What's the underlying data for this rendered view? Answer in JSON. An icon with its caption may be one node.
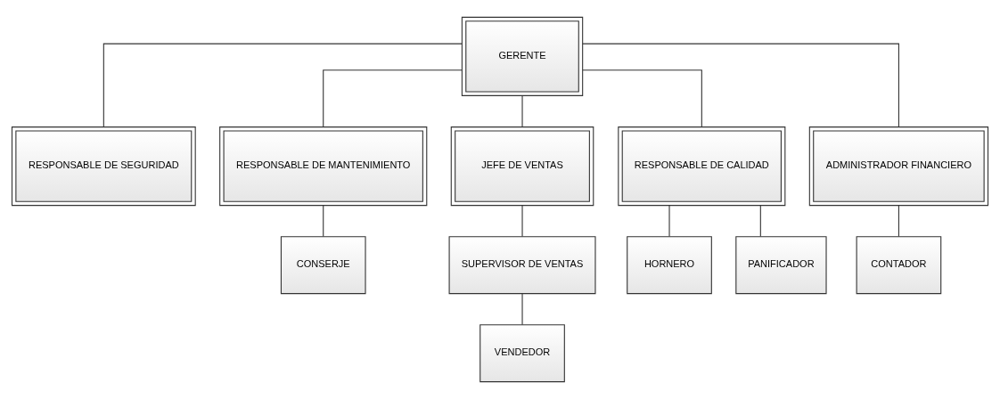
{
  "diagram": {
    "nodes": [
      {
        "text": [
          "GERENTE"
        ]
      },
      {
        "text": [
          "RESPONSABLE DE SEGURIDAD"
        ]
      },
      {
        "text": [
          "RESPONSABLE DE MANTENIMIENTO"
        ]
      },
      {
        "text": [
          "JEFE DE VENTAS"
        ]
      },
      {
        "text": [
          "RESPONSABLE DE CALIDAD"
        ]
      },
      {
        "text": [
          "ADMINISTRADOR FINANCIERO"
        ]
      },
      {
        "text": [
          "CONSERJE"
        ]
      },
      {
        "text": [
          "SUPERVISOR DE VENTAS"
        ]
      },
      {
        "text": [
          "VENDEDOR"
        ]
      },
      {
        "text": [
          "HORNERO"
        ]
      },
      {
        "text": [
          "PANIFICADOR"
        ]
      },
      {
        "text": [
          "CONTADOR"
        ]
      }
    ],
    "edges": [
      {
        "from": 0,
        "to": 1,
        "arrow": "none"
      },
      {
        "from": 0,
        "to": 2,
        "arrow": "none"
      },
      {
        "from": 0,
        "to": 3,
        "arrow": "none"
      },
      {
        "from": 0,
        "to": 4,
        "arrow": "none"
      },
      {
        "from": 0,
        "to": 5,
        "arrow": "none"
      },
      {
        "from": 2,
        "to": 6,
        "arrow": "none"
      },
      {
        "from": 3,
        "to": 7,
        "arrow": "none"
      },
      {
        "from": 7,
        "to": 8,
        "arrow": "none"
      },
      {
        "from": 4,
        "to": 9,
        "arrow": "none"
      },
      {
        "from": 4,
        "to": 10,
        "arrow": "none"
      },
      {
        "from": 5,
        "to": 11,
        "arrow": "none"
      }
    ]
  }
}
